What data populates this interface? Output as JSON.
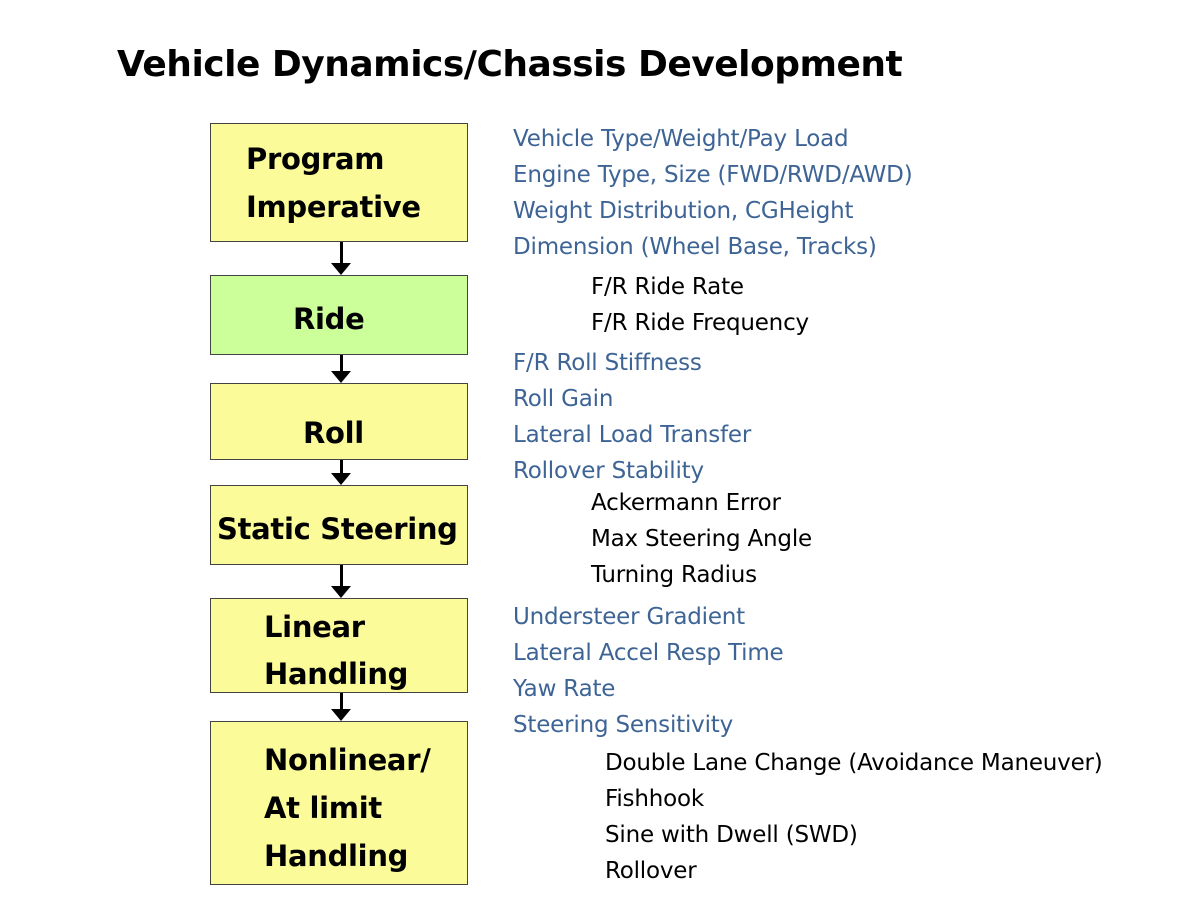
{
  "title": "Vehicle Dynamics/Chassis Development",
  "colors": {
    "box_yellow": "#fbfb99",
    "box_green": "#ccff99",
    "blue_text": "#3e6496",
    "black_text": "#000000"
  },
  "stages": [
    {
      "lines": [
        "Program",
        "Imperative"
      ]
    },
    {
      "lines": [
        "Ride"
      ]
    },
    {
      "lines": [
        "Roll"
      ]
    },
    {
      "lines": [
        "Static Steering"
      ]
    },
    {
      "lines": [
        "Linear",
        "Handling"
      ]
    },
    {
      "lines": [
        "Nonlinear/",
        "At limit",
        "Handling"
      ]
    }
  ],
  "groups": [
    {
      "style": "blue",
      "items": [
        "Vehicle Type/Weight/Pay Load",
        "Engine Type, Size (FWD/RWD/AWD)",
        "Weight Distribution, CGHeight",
        "Dimension (Wheel Base, Tracks)"
      ]
    },
    {
      "style": "black",
      "items": [
        "F/R Ride Rate",
        "F/R Ride Frequency"
      ]
    },
    {
      "style": "blue",
      "items": [
        "F/R Roll Stiffness",
        "Roll Gain",
        "Lateral Load Transfer",
        "Rollover Stability"
      ]
    },
    {
      "style": "black",
      "items": [
        "Ackermann Error",
        "Max Steering Angle",
        "Turning Radius"
      ]
    },
    {
      "style": "blue",
      "items": [
        "Understeer Gradient",
        "Lateral Accel Resp Time",
        "Yaw Rate",
        "Steering Sensitivity"
      ]
    },
    {
      "style": "black",
      "items": [
        "Double Lane Change (Avoidance Maneuver)",
        "Fishhook",
        "Sine with Dwell (SWD)",
        "Rollover"
      ]
    }
  ]
}
